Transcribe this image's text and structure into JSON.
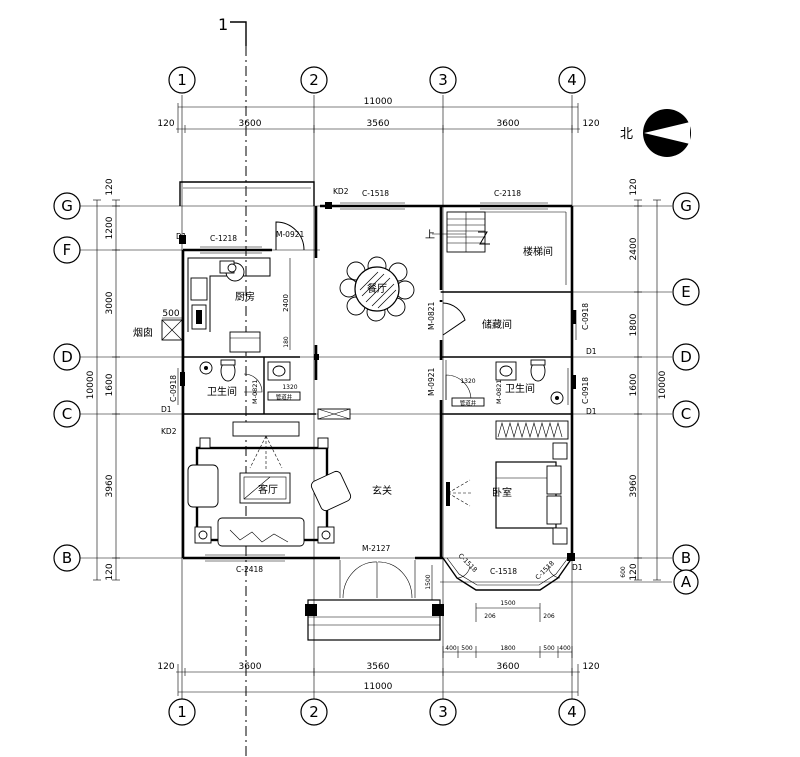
{
  "section_mark": "1",
  "north": {
    "label": "北"
  },
  "axes_x": [
    "1",
    "2",
    "3",
    "4"
  ],
  "axes_y": [
    "G",
    "F",
    "E",
    "D",
    "C",
    "B",
    "A"
  ],
  "dims": {
    "total_width": "11000",
    "top_segments": [
      "120",
      "3600",
      "3560",
      "3600",
      "120"
    ],
    "bottom_segments": [
      "120",
      "3600",
      "3560",
      "3600",
      "120"
    ],
    "left_segments": [
      "120",
      "1200",
      "3000",
      "1600",
      "3960",
      "120"
    ],
    "left_total": "10000",
    "right_segments": [
      "120",
      "2400",
      "1800",
      "1600",
      "3960",
      "120"
    ],
    "right_total": "10000",
    "porch_bottom": [
      "400",
      "500",
      "1800",
      "500",
      "400"
    ],
    "bay_small": [
      "206",
      "1500",
      "206"
    ],
    "misc": {
      "d500": "500",
      "d2400": "2400",
      "d180": "180",
      "d1320a": "1320",
      "d1320b": "1320",
      "d1500": "1500",
      "d600": "600"
    }
  },
  "rooms": {
    "kitchen": "厨房",
    "dining": "餐厅",
    "stair": "楼梯间",
    "storage": "储藏间",
    "bath_left": "卫生间",
    "bath_right": "卫生间",
    "living": "客厅",
    "foyer": "玄关",
    "bedroom": "卧室",
    "flue": "烟囱",
    "up": "上"
  },
  "openings": {
    "kd2_top": "KD2",
    "c1518_top": "C-1518",
    "c2118": "C-2118",
    "d1_f": "D1",
    "c1218": "C-1218",
    "m0921_kitchen": "M-0921",
    "m0821": "M-0821",
    "c0918_e": "C-0918",
    "d1_d": "D1",
    "c0918_left": "C-0918",
    "m0821_bath": "M-0821",
    "m0921_c": "M-0921",
    "m0821_bath_r": "M-0821",
    "c0918_right": "C-0918",
    "d1_c_left": "D1",
    "d1_c_right": "D1",
    "kd2_left": "KD2",
    "m2127": "M-2127",
    "c2418": "C-2418",
    "c1518_bottom": "C-1518",
    "c1518_bay_l": "C-1518",
    "c1518_bay_r": "C-1518",
    "d1_bottom": "D1",
    "vent_l": "管道井",
    "vent_r": "管道井"
  }
}
